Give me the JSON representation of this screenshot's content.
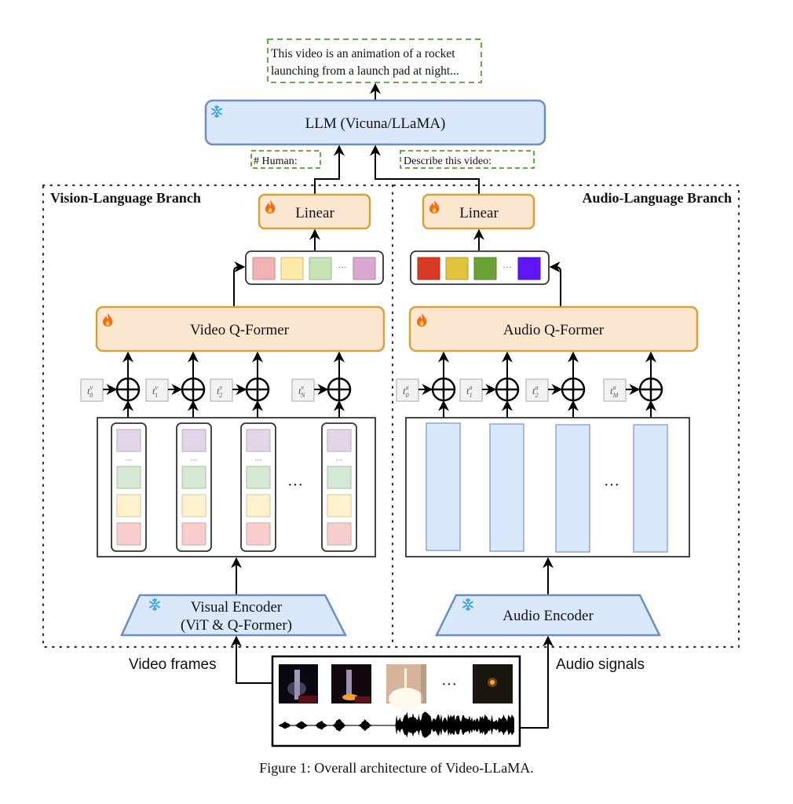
{
  "output_text": {
    "line1": "This video is an animation of a rocket",
    "line2": "launching from a launch pad at night..."
  },
  "llm": {
    "label": "LLM (Vicuna/LLaMA)",
    "state": "frozen"
  },
  "prompts": {
    "human": "# Human:",
    "instruction": "Describe this video:"
  },
  "vision_branch": {
    "title": "Vision-Language Branch",
    "linear_label": "Linear",
    "linear_state": "trainable",
    "qformer_label": "Video Q-Former",
    "qformer_state": "trainable",
    "query_token_colors": [
      "#f0b3b1",
      "#fdeaa8",
      "#c7e3b5",
      "#d9a7cf"
    ],
    "position_embeddings": [
      {
        "base": "t",
        "sup": "v",
        "sub": "0"
      },
      {
        "base": "t",
        "sup": "v",
        "sub": "1"
      },
      {
        "base": "t",
        "sup": "v",
        "sub": "2"
      },
      {
        "base": "t",
        "sup": "v",
        "sub": "N"
      }
    ],
    "frame_token_colors": [
      "#e1d5e7",
      "#d5e8d4",
      "#fff2cc",
      "#f8cecc"
    ],
    "encoder_label_1": "Visual Encoder",
    "encoder_label_2": "(ViT & Q-Former)",
    "encoder_state": "frozen",
    "input_label": "Video frames"
  },
  "audio_branch": {
    "title": "Audio-Language Branch",
    "linear_label": "Linear",
    "linear_state": "trainable",
    "qformer_label": "Audio Q-Former",
    "qformer_state": "trainable",
    "query_token_colors": [
      "#d93a25",
      "#e0c43e",
      "#6ba238",
      "#6015f5"
    ],
    "position_embeddings": [
      {
        "base": "t",
        "sup": "a",
        "sub": "0"
      },
      {
        "base": "t",
        "sup": "a",
        "sub": "1"
      },
      {
        "base": "t",
        "sup": "a",
        "sub": "2"
      },
      {
        "base": "t",
        "sup": "a",
        "sub": "M"
      }
    ],
    "encoder_label": "Audio Encoder",
    "encoder_state": "frozen",
    "input_label": "Audio signals"
  },
  "ellipsis": "···",
  "icons": {
    "frozen": "snowflake-icon",
    "trainable": "fire-icon"
  },
  "colors": {
    "llm_fill": "#dae8fc",
    "llm_stroke": "#6c8ebf",
    "trainable_fill": "#fbe6d0",
    "trainable_stroke": "#d6a23a",
    "prompt_dash": "#6aa84f",
    "snowflake": "#3ea6e6",
    "fire": "#f26b1d"
  },
  "caption": "Figure 1: Overall architecture of Video-LLaMA."
}
